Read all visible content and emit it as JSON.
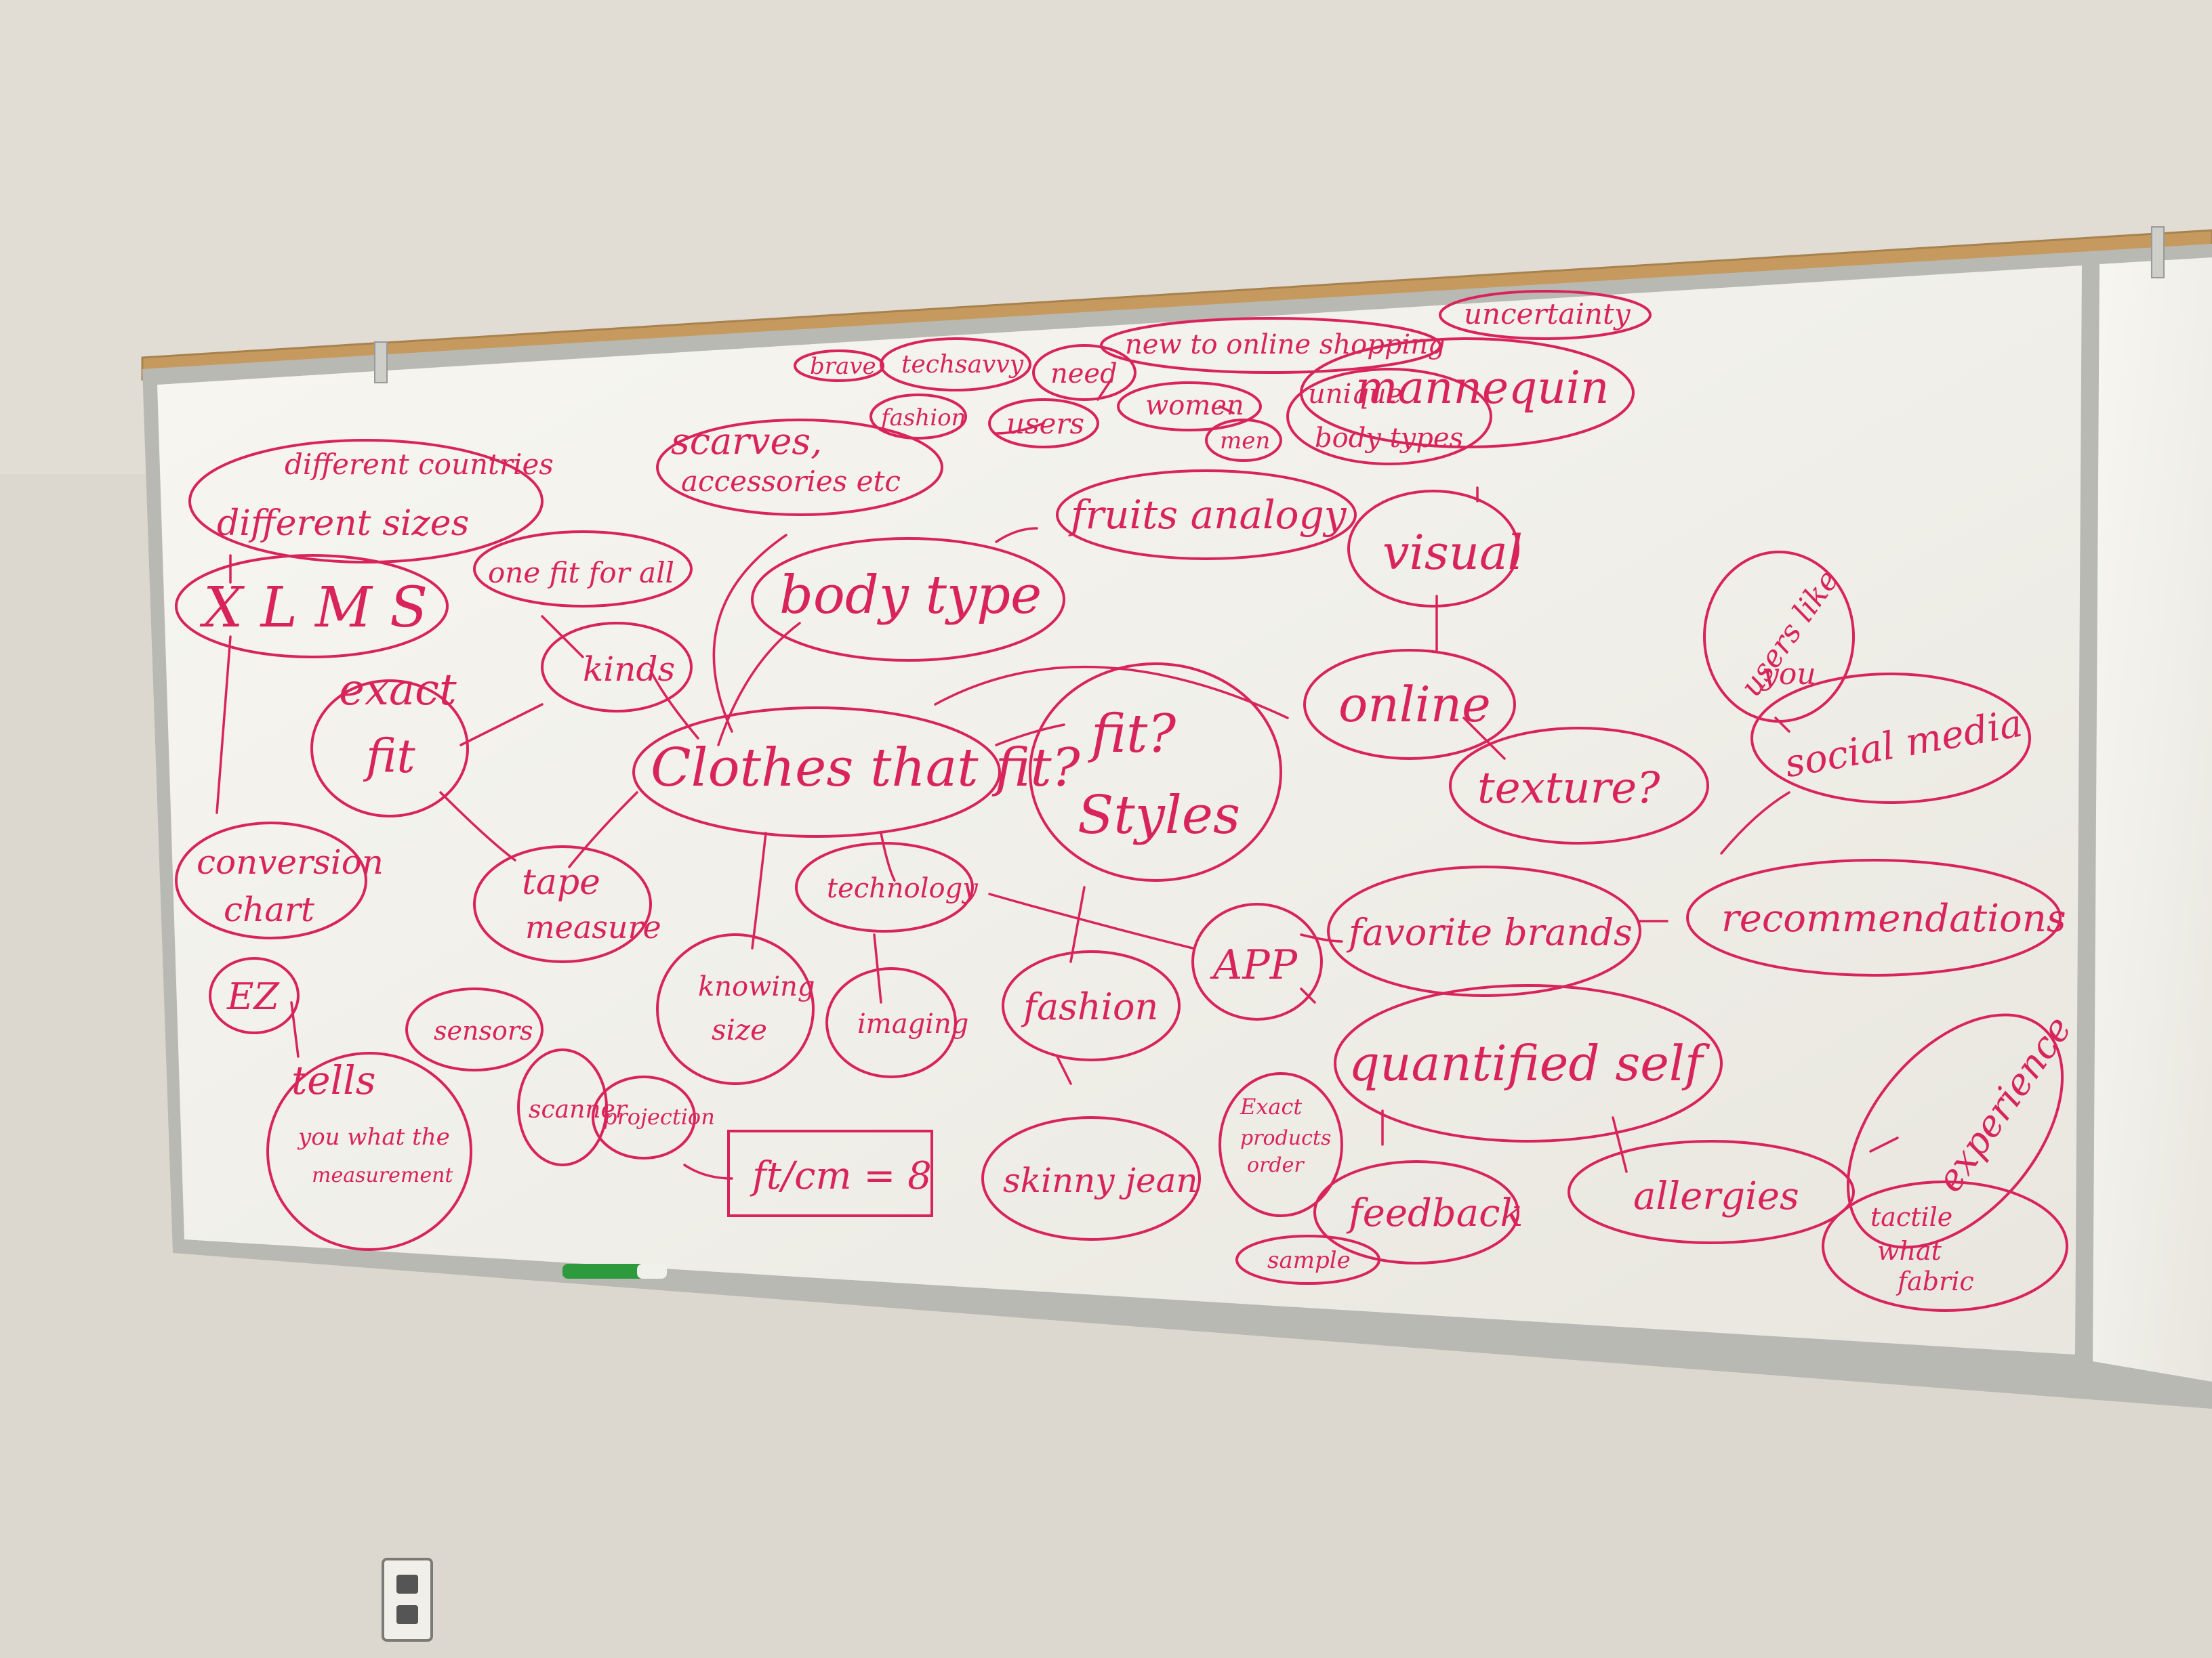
{
  "whiteboard": {
    "colors": {
      "wall": "#ddd8cf",
      "board": "#f4f3ee",
      "frame": "#b9b9b3",
      "cork": "#c69a5e",
      "ink": "#d8245a",
      "marker": "#2e9a3e"
    },
    "center": "Clothes that fit?",
    "nodes": {
      "different_countries": "different countries",
      "different_sizes": "different sizes",
      "scarves": "scarves,",
      "accessories": "accessories etc",
      "xlms": "X L M S",
      "one_fit": "one fit for all",
      "kinds": "kinds",
      "body_type": "body type",
      "fruits": "fruits analogy",
      "exact": "exact",
      "fit_word": "fit",
      "conversion1": "conversion",
      "conversion2": "chart",
      "tape1": "tape",
      "tape2": "measure",
      "ez": "EZ",
      "tells": "tells",
      "tells2": "you what the",
      "tells3": "measurement",
      "sensors": "sensors",
      "knowing1": "knowing",
      "knowing2": "size",
      "technology": "technology",
      "imaging": "imaging",
      "scanner": "scanner",
      "projection": "projection",
      "formula": "ft/cm = 8",
      "fit_q": "fit?",
      "styles": "Styles",
      "fashion": "fashion",
      "skinny": "skinny jean",
      "app": "APP",
      "favorite": "favorite brands",
      "recommendations": "recommendations",
      "quantified": "quantified self",
      "exact_products1": "Exact",
      "exact_products2": "products",
      "exact_products3": "order",
      "sample": "sample",
      "feedback": "feedback",
      "allergies": "allergies",
      "experience": "experience",
      "tactile1": "tactile",
      "tactile2": "what",
      "tactile3": "fabric",
      "visual": "visual",
      "mannequin": "mannequin",
      "online": "online",
      "texture": "texture?",
      "users_like": "users like",
      "you": "you",
      "social": "social media",
      "users": "users",
      "brave": "brave",
      "techsavvy": "techsavvy",
      "need": "need",
      "new_online": "new to online shopping",
      "uncertainty": "uncertainty",
      "fashion_small": "fashion",
      "women": "women",
      "men": "men",
      "unique": "unique",
      "unique_body": "body types"
    }
  }
}
